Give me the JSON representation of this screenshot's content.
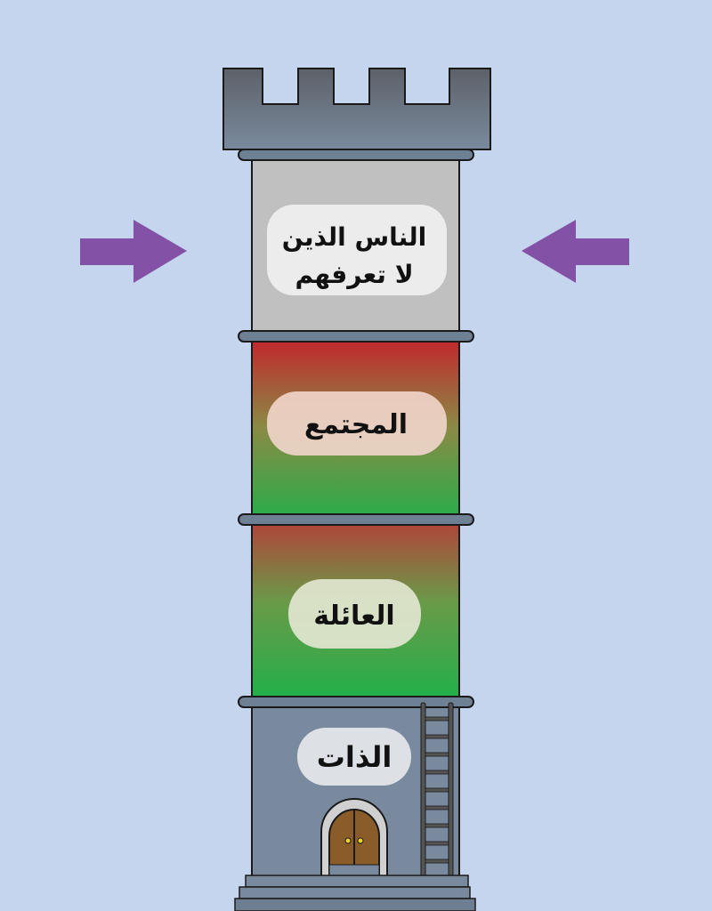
{
  "levels": {
    "strangers": {
      "line1": "الناس الذين",
      "line2": "لا تعرفهم"
    },
    "society": {
      "label": "المجتمع"
    },
    "family": {
      "label": "العائلة"
    },
    "self": {
      "label": "الذات"
    }
  },
  "colors": {
    "background": "#c5d5ee",
    "arrow": "#8352a6",
    "stone": "#7a8a9e",
    "red": "#c1272d",
    "green": "#22b04a"
  }
}
